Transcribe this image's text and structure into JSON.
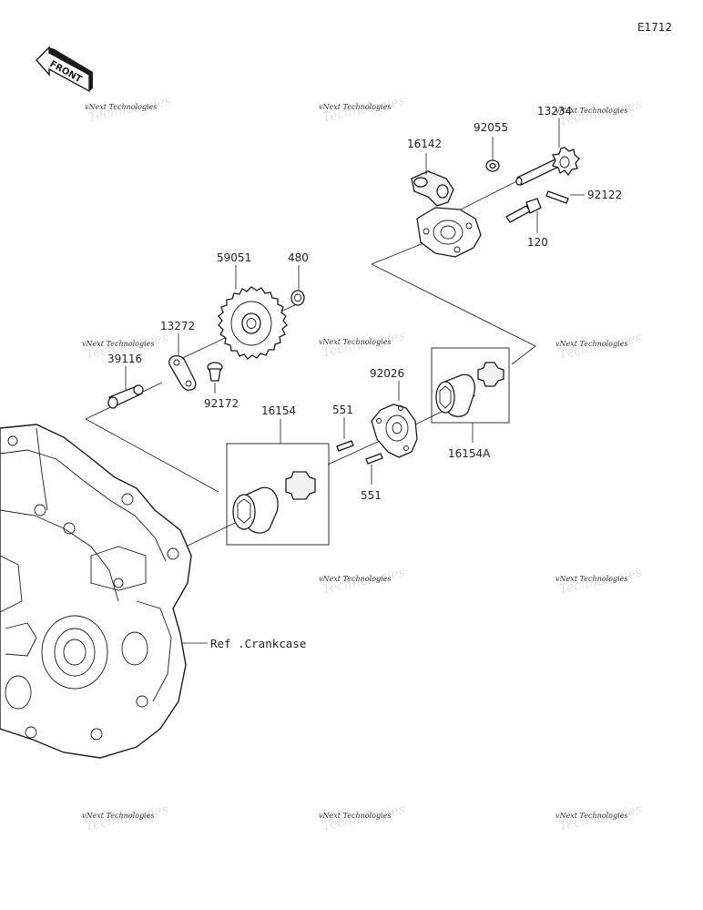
{
  "diagram_code": "E1712",
  "front_label": "FRONT",
  "watermark": {
    "line1": "vNext Technologies",
    "line2": "Technologies"
  },
  "parts": {
    "p16142": "16142",
    "p92055": "92055",
    "p13234": "13234",
    "p92122": "92122",
    "p120": "120",
    "p59051": "59051",
    "p480": "480",
    "p13272": "13272",
    "p39116": "39116",
    "p92172": "92172",
    "p92026": "92026",
    "p551a": "551",
    "p551b": "551",
    "p16154": "16154",
    "p16154A": "16154A"
  },
  "ref_label": "Ref .Crankcase"
}
